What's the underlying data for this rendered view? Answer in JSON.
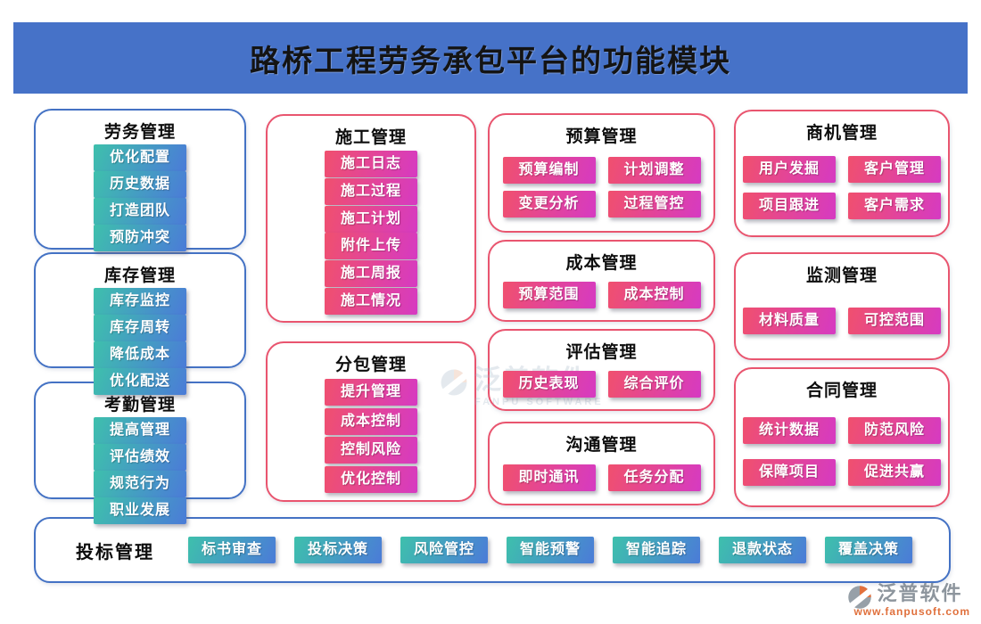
{
  "header": {
    "title": "路桥工程劳务承包平台的功能模块"
  },
  "cards": [
    {
      "id": "laowu",
      "title": "劳务管理",
      "theme": "blue",
      "buttons": [
        "优化配置",
        "历史数据",
        "打造团队",
        "预防冲突"
      ]
    },
    {
      "id": "kucun",
      "title": "库存管理",
      "theme": "blue",
      "buttons": [
        "库存监控",
        "库存周转",
        "降低成本",
        "优化配送"
      ]
    },
    {
      "id": "kaoqin",
      "title": "考勤管理",
      "theme": "blue",
      "buttons": [
        "提高管理",
        "评估绩效",
        "规范行为",
        "职业发展"
      ]
    },
    {
      "id": "shigong",
      "title": "施工管理",
      "theme": "pink",
      "buttons": [
        "施工日志",
        "施工过程",
        "施工计划",
        "附件上传",
        "施工周报",
        "施工情况"
      ]
    },
    {
      "id": "fenbao",
      "title": "分包管理",
      "theme": "pink",
      "buttons": [
        "提升管理",
        "成本控制",
        "控制风险",
        "优化控制"
      ]
    },
    {
      "id": "yusuan",
      "title": "预算管理",
      "theme": "pink",
      "buttons": [
        "预算编制",
        "计划调整",
        "变更分析",
        "过程管控"
      ]
    },
    {
      "id": "chengben",
      "title": "成本管理",
      "theme": "pink",
      "buttons": [
        "预算范围",
        "成本控制"
      ]
    },
    {
      "id": "pinggu",
      "title": "评估管理",
      "theme": "pink",
      "buttons": [
        "历史表现",
        "综合评价"
      ]
    },
    {
      "id": "goutong",
      "title": "沟通管理",
      "theme": "pink",
      "buttons": [
        "即时通讯",
        "任务分配"
      ]
    },
    {
      "id": "shangji",
      "title": "商机管理",
      "theme": "pink",
      "buttons": [
        "用户发掘",
        "客户管理",
        "项目跟进",
        "客户需求"
      ]
    },
    {
      "id": "jiance",
      "title": "监测管理",
      "theme": "pink",
      "buttons": [
        "材料质量",
        "可控范围"
      ]
    },
    {
      "id": "hetong",
      "title": "合同管理",
      "theme": "pink",
      "buttons": [
        "统计数据",
        "防范风险",
        "保障项目",
        "促进共赢"
      ]
    }
  ],
  "bidding": {
    "title": "投标管理",
    "buttons": [
      "标书审查",
      "投标决策",
      "风险管控",
      "智能预警",
      "智能追踪",
      "退款状态",
      "覆盖决策"
    ]
  },
  "watermark": {
    "text": "泛普软件",
    "subtext": "FANPU SOFTWARE"
  },
  "brand": {
    "name": "泛普软件",
    "website": "www.fanpusoft.com"
  },
  "colors": {
    "header_bg": "#4672C8",
    "blue_border": "#4472C4",
    "pink_border": "#E9556F",
    "blue_btn_from": "#3EC0AC",
    "blue_btn_to": "#4B7BD8",
    "pink_btn_from": "#F0506E",
    "pink_btn_to": "#D63AC2",
    "brand_gray": "#8D959D",
    "brand_orange": "#E0703C"
  }
}
